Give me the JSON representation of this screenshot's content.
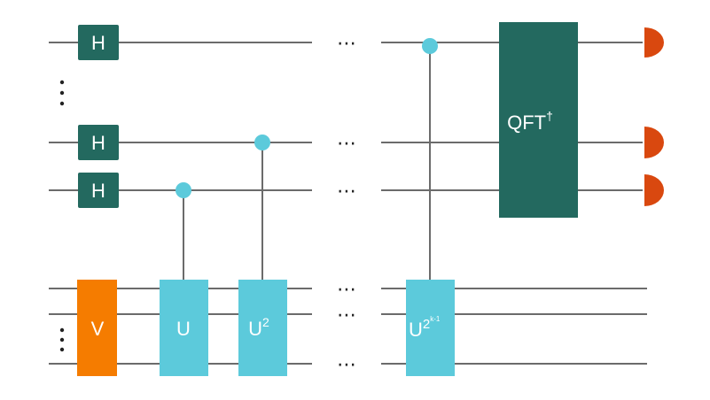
{
  "colors": {
    "hadamard": "#23695f",
    "qft": "#23695f",
    "unitary": "#5ccadb",
    "control": "#5ccadb",
    "state_prep": "#f57c00",
    "measure": "#d9480f",
    "wire": "#6b6b6b"
  },
  "gates": {
    "hadamard_label": "H",
    "state_prep_label": "V",
    "u1_label": "U",
    "u2_base": "U",
    "u2_exp": "2",
    "uk_base": "U",
    "uk_exp_base": "2",
    "uk_exp_sup": "k-1",
    "qft_label": "QFT",
    "qft_dagger": "†"
  },
  "ellipsis": "⋯",
  "icons": {
    "measure": "measurement-meter-icon",
    "control": "control-dot-icon",
    "vertical_ellipsis": "vertical-ellipsis-icon"
  }
}
